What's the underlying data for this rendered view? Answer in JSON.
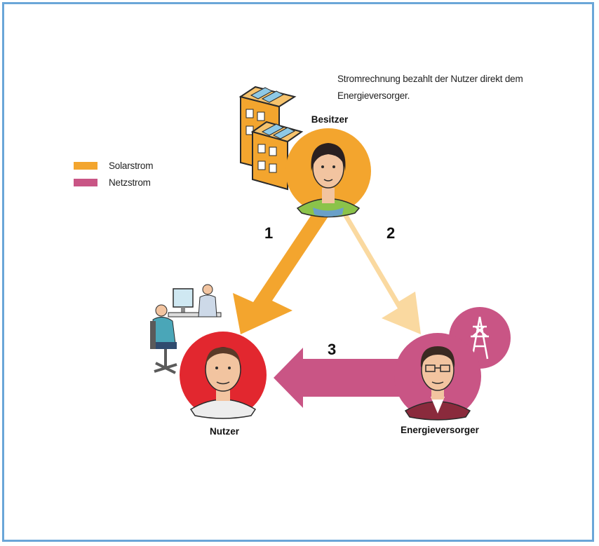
{
  "note": "Stromrechnung bezahlt der Nutzer direkt dem Energieversorger.",
  "legend": [
    {
      "label": "Solarstrom",
      "color": "#f3a52e"
    },
    {
      "label": "Netzstrom",
      "color": "#c95585"
    }
  ],
  "nodes": {
    "owner": {
      "label": "Besitzer",
      "color": "#f3a52e"
    },
    "user": {
      "label": "Nutzer",
      "color": "#e2272f"
    },
    "supplier": {
      "label": "Energieversorger",
      "color": "#c95585"
    }
  },
  "arrows": {
    "one": {
      "number": "1",
      "color": "#f3a52e"
    },
    "two": {
      "number": "2",
      "color": "#fad9a0"
    },
    "three": {
      "number": "3",
      "color": "#c95585"
    }
  }
}
